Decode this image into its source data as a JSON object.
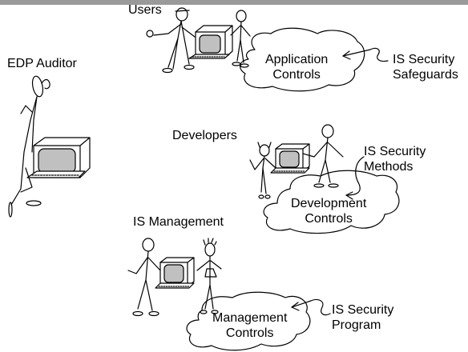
{
  "groups": {
    "users": {
      "role": "Users",
      "controls": [
        "Application",
        "Controls"
      ],
      "safeguard": [
        "IS Security",
        "Safeguards"
      ]
    },
    "auditor": {
      "role": "EDP Auditor"
    },
    "developers": {
      "role": "Developers",
      "controls": [
        "Development",
        "Controls"
      ],
      "safeguard": [
        "IS Security",
        "Methods"
      ]
    },
    "management": {
      "role": "IS Management",
      "controls": [
        "Management",
        "Controls"
      ],
      "safeguard": [
        "IS Security",
        "Program"
      ]
    }
  },
  "colors": {
    "screen": "#c0c0c0",
    "bar": "#9a9a9a",
    "ink": "#000000"
  }
}
